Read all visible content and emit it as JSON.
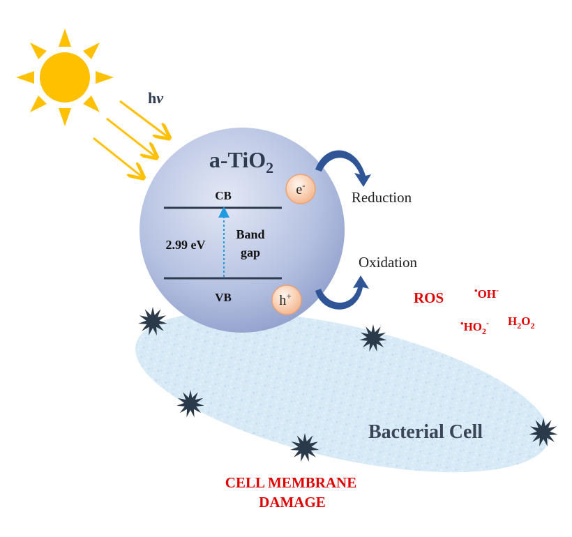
{
  "illumination": {
    "label_h": "h",
    "label_nu": "ν"
  },
  "particle": {
    "title_main": "a-TiO",
    "title_sub": "2",
    "cb_label": "CB",
    "vb_label": "VB",
    "gap_energy": "2.99 eV",
    "gap_label_line1": "Band",
    "gap_label_line2": "gap",
    "electron_base": "e",
    "electron_sup": "-",
    "hole_base": "h",
    "hole_sup": "+"
  },
  "processes": {
    "reduction": "Reduction",
    "oxidation": "Oxidation"
  },
  "ros": {
    "label": "ROS",
    "oh_dot": "•",
    "oh_text": "OH",
    "oh_sup": "-",
    "ho2_dot": "•",
    "ho2_text": "HO",
    "ho2_sub": "2",
    "ho2_sup": "-",
    "h2o2_h": "H",
    "h2o2_sub1": "2",
    "h2o2_o": "O",
    "h2o2_sub2": "2"
  },
  "cell": {
    "label": "Bacterial Cell"
  },
  "damage": {
    "line1": "CELL MEMBRANE",
    "line2": "DAMAGE"
  },
  "colors": {
    "sun": "#FFC000",
    "ray": "#FFC000",
    "band_line": "#2E3B4E",
    "gap_arrow": "#1F9BE0",
    "curved_arrow": "#2F5597",
    "ros_text": "#E00000",
    "cell_label": "#3A4658",
    "starburst": "#2B3A4A"
  }
}
